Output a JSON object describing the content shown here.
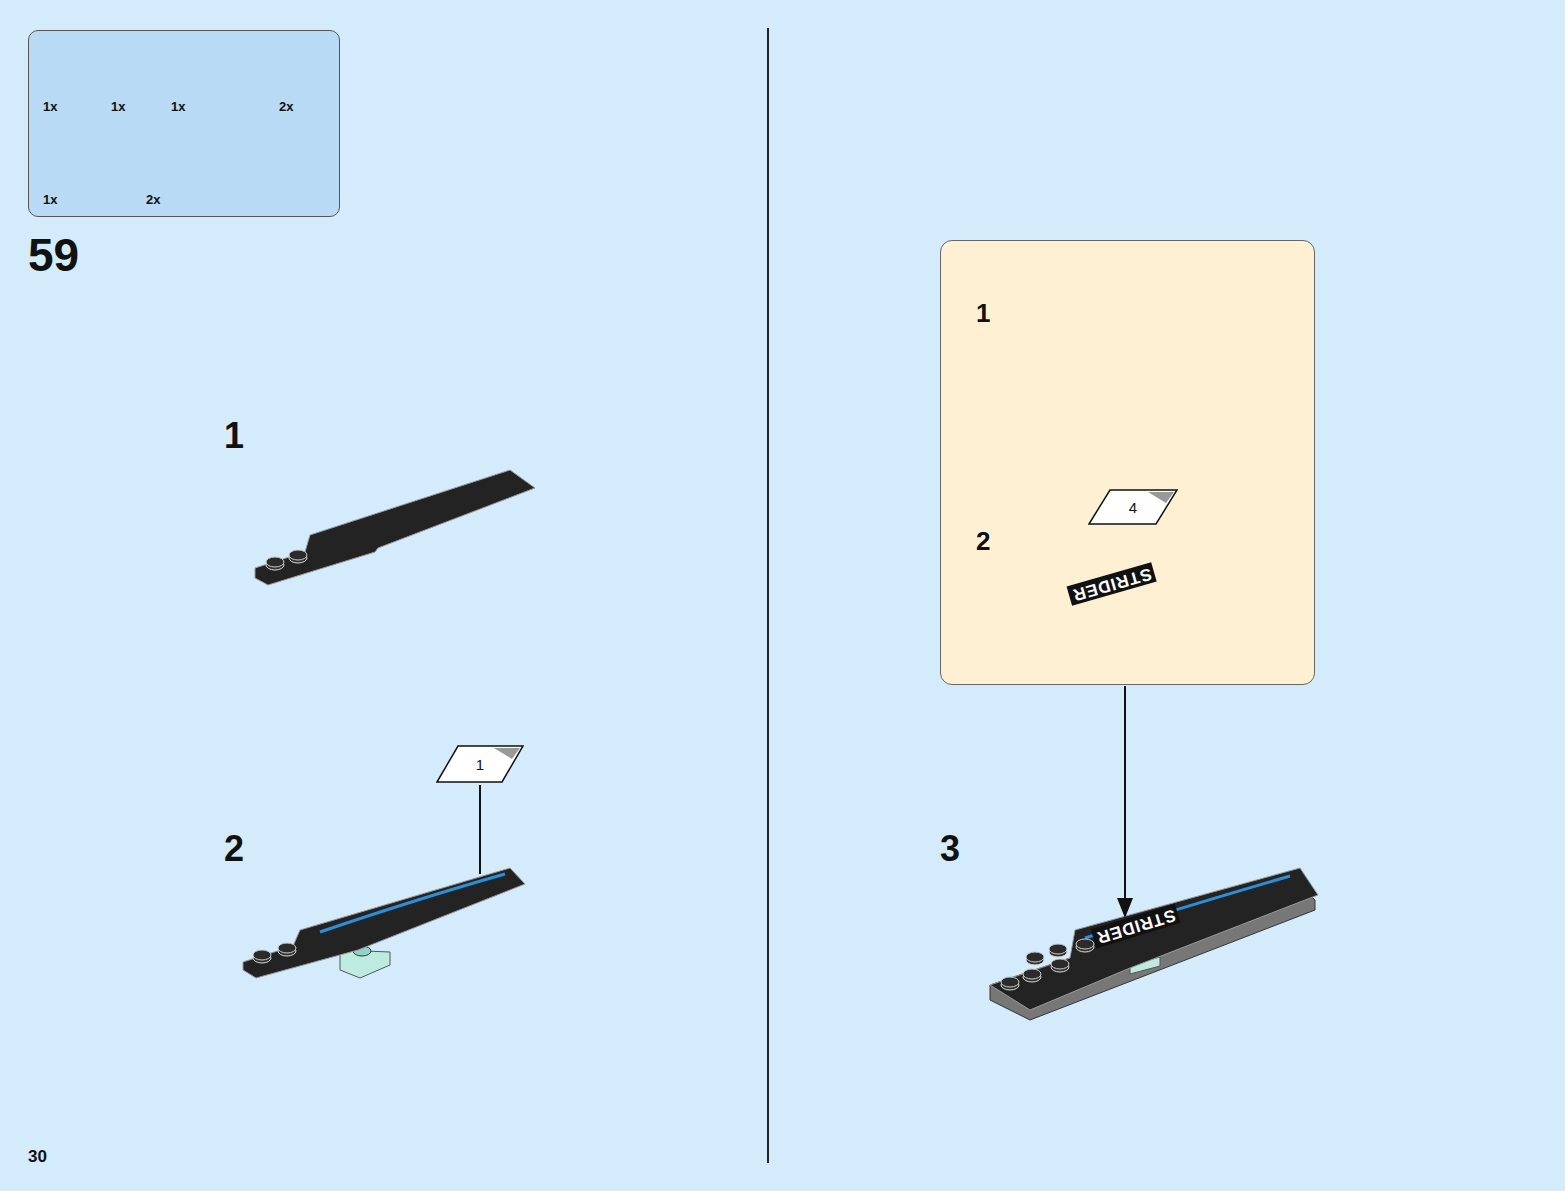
{
  "diagram": {
    "nodes": [
      {
        "text": [
          "1x",
          "1x",
          "1x",
          "2x",
          "1x",
          "2x"
        ]
      },
      {
        "text": [
          "1"
        ]
      },
      {
        "text": [
          "1",
          "2"
        ]
      },
      {
        "text": [
          "4"
        ],
        "in": 2
      }
    ],
    "labels": [
      "59",
      "1",
      "2",
      "3",
      "STRIDER",
      "STRIDER",
      "30"
    ]
  }
}
